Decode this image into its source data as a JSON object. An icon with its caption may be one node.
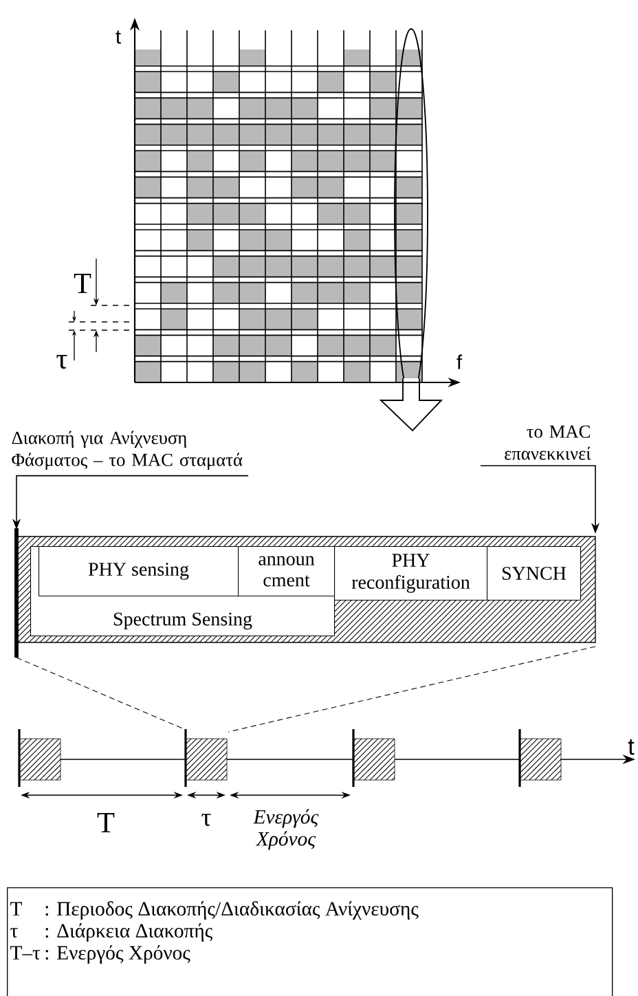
{
  "diagram": {
    "nodes": [
      {
        "text": [
          "Spectrum Sensing"
        ]
      },
      {
        "text": [
          "PHY sensing"
        ],
        "in": 0
      },
      {
        "text": [
          "announ cment"
        ],
        "in": 0
      },
      {
        "text": [
          "PHY reconfiguration"
        ]
      },
      {
        "text": [
          "SYNCH"
        ]
      },
      {
        "text": [
          "Διακοπή για Ανίχνευση Φάσματος – το MAC σταματά"
        ]
      },
      {
        "text": [
          "το MAC επανεκκινεί"
        ]
      },
      {
        "text": [
          "T",
          ": Περιοδος Διακοπής/Διαδικασίας Ανίχνευσης",
          "τ",
          ": Διάρκεια Διακοπής",
          "T–τ",
          ": Ενεργός Χρόνος"
        ]
      }
    ],
    "edges": [
      {
        "from": 5,
        "to": null,
        "arrow": "to"
      },
      {
        "from": 6,
        "to": null,
        "arrow": "to"
      }
    ],
    "labels": [
      "t",
      "f",
      "T",
      "τ",
      "t",
      "T",
      "τ",
      "Ενεργός Χρόνος"
    ]
  }
}
